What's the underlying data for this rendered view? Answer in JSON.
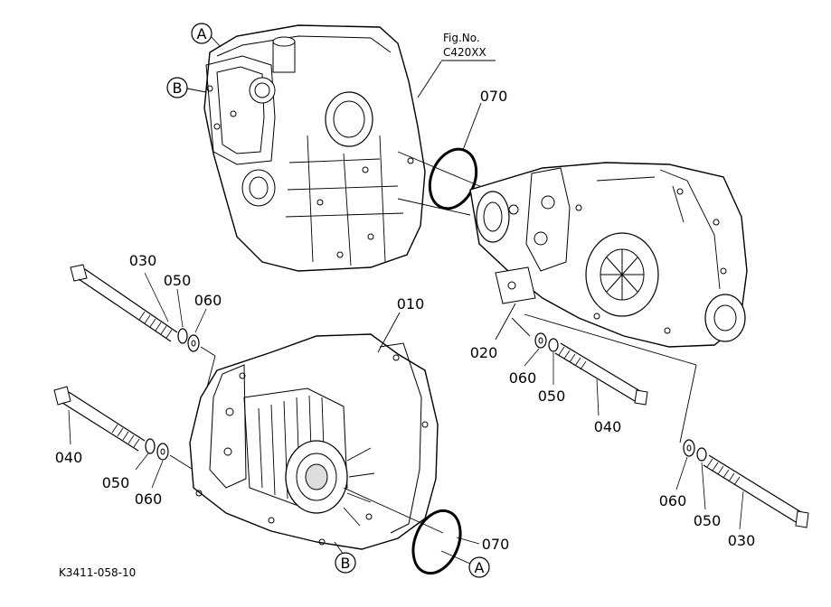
{
  "figure": {
    "fig_label": "Fig.No.",
    "fig_number": "C420XX",
    "drawing_id": "K3411-058-10"
  },
  "callouts": {
    "a_top": "A",
    "b_top": "B",
    "a_bottom": "A",
    "b_bottom": "B"
  },
  "parts": {
    "p010": "010",
    "p020": "020",
    "p030_left": "030",
    "p030_right": "030",
    "p040_left": "040",
    "p040_right": "040",
    "p050_left_top": "050",
    "p050_left_bottom": "050",
    "p050_right_mid": "050",
    "p050_right_bottom": "050",
    "p060_left_top": "060",
    "p060_left_bottom": "060",
    "p060_right_mid": "060",
    "p060_right_bottom": "060",
    "p070_top": "070",
    "p070_bottom": "070"
  }
}
